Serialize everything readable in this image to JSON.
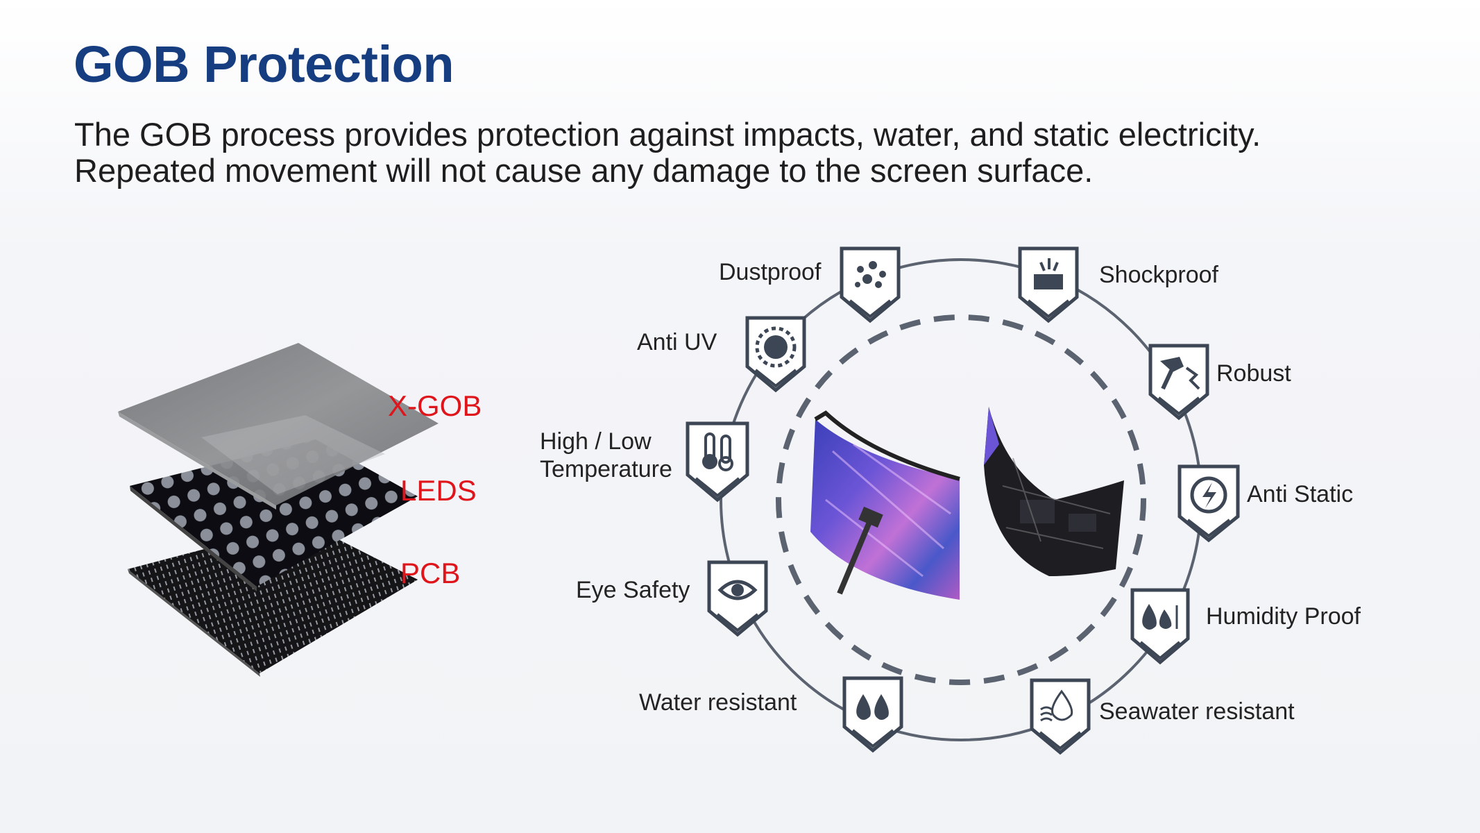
{
  "title": "GOB Protection",
  "subtitle_lines": [
    "The GOB process provides protection against impacts, water, and static electricity.",
    "Repeated movement will not cause any damage to the screen surface."
  ],
  "layers": {
    "top": "X-GOB",
    "middle": "LEDS",
    "bottom": "PCB"
  },
  "features": [
    {
      "label": "Dustproof",
      "icon": "dust-icon"
    },
    {
      "label": "Shockproof",
      "icon": "shock-icon"
    },
    {
      "label": "Anti UV",
      "icon": "sun-icon"
    },
    {
      "label": "Robust",
      "icon": "hammer-icon"
    },
    {
      "label": "High /  Low",
      "label2": "Temperature",
      "icon": "thermometer-icon"
    },
    {
      "label": "Anti Static",
      "icon": "lightning-icon"
    },
    {
      "label": "Eye Safety",
      "icon": "eye-icon"
    },
    {
      "label": "Humidity Proof",
      "icon": "humidity-icon"
    },
    {
      "label": "Water resistant",
      "icon": "water-drops-icon"
    },
    {
      "label": "Seawater resistant",
      "icon": "seawater-icon"
    }
  ],
  "colors": {
    "title": "#153d80",
    "accent_red": "#e0141b",
    "icon_stroke": "#3d4654",
    "ring": "#5b6270"
  }
}
